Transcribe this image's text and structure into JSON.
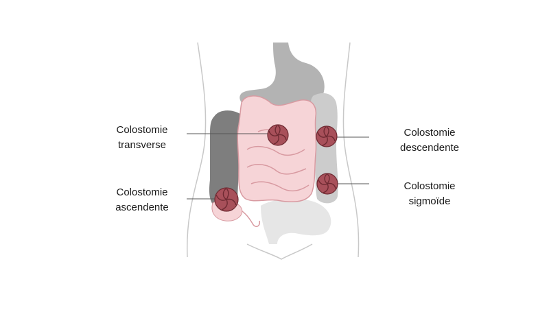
{
  "labels": {
    "transverse": {
      "line1": "Colostomie",
      "line2": "transverse"
    },
    "ascendante": {
      "line1": "Colostomie",
      "line2": "ascendente"
    },
    "descendante": {
      "line1": "Colostomie",
      "line2": "descendente"
    },
    "sigmoide": {
      "line1": "Colostomie",
      "line2": "sigmoïde"
    }
  },
  "colors": {
    "body_outline": "#c8c8c8",
    "stomach": "#b3b3b3",
    "colon_dark": "#7e7e7e",
    "colon_light": "#cccccc",
    "small_intestine_fill": "#f6d4d7",
    "small_intestine_stroke": "#d89aa1",
    "rectum": "#e6e6e6",
    "stoma": "#a8505a",
    "stoma_dark": "#6e2a32",
    "leader_line": "#555555"
  }
}
